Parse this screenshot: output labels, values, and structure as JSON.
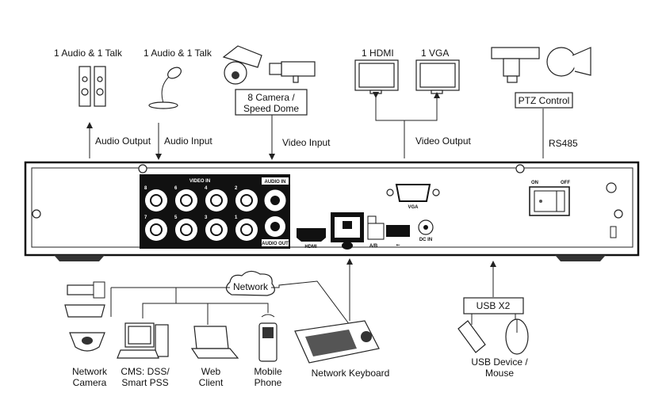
{
  "top": {
    "audio_talk_1": "1 Audio  & 1 Talk",
    "audio_talk_2": "1 Audio & 1 Talk",
    "camera_box_line1": "8  Camera /",
    "camera_box_line2": "Speed Dome",
    "hdmi": "1 HDMI",
    "vga": "1 VGA",
    "ptz_box": "PTZ Control",
    "audio_output": "Audio  Output",
    "audio_input": "Audio  Input",
    "video_input": "Video Input",
    "video_output": "Video Output",
    "rs485": "RS485"
  },
  "panel": {
    "video_in": "VIDEO IN",
    "audio_in": "AUDIO IN",
    "audio_out": "AUDIO OUT",
    "channels": [
      "8",
      "6",
      "4",
      "2",
      "7",
      "5",
      "3",
      "1"
    ],
    "hdmi_port": "HDMI",
    "ab": "A/B",
    "vga_port": "VGA",
    "dc_in": "DC IN",
    "on": "ON",
    "off": "OFF"
  },
  "bottom": {
    "network": "Network",
    "network_camera": [
      "Network",
      "Camera"
    ],
    "cms": [
      "CMS: DSS/",
      "Smart PSS"
    ],
    "web_client": [
      "Web",
      "Client"
    ],
    "mobile_phone": [
      "Mobile",
      "Phone"
    ],
    "network_keyboard": "Network Keyboard",
    "usb_box": "USB X2",
    "usb_device": [
      "USB Device /",
      "Mouse"
    ]
  }
}
